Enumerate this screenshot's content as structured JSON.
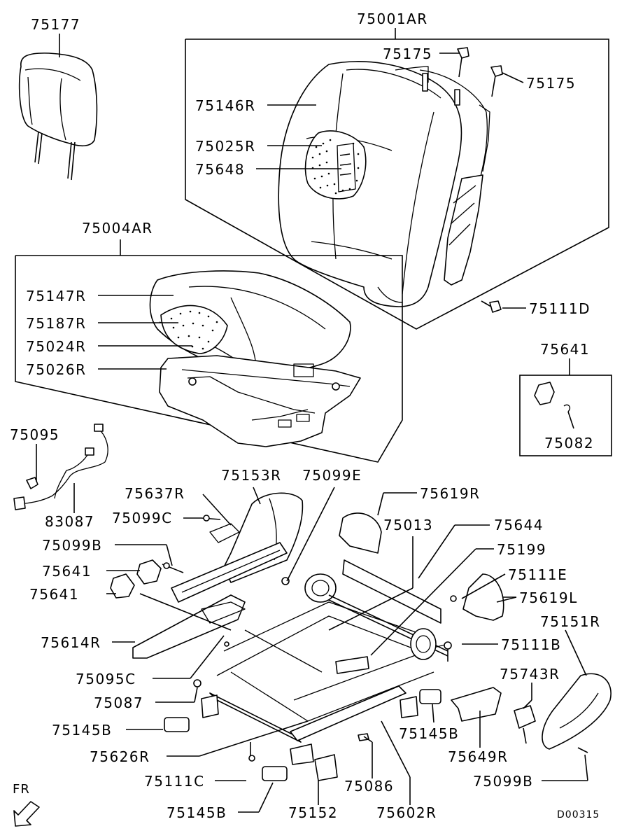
{
  "callouts": {
    "c75177": "75177",
    "c75001AR": "75001AR",
    "c75175a": "75175",
    "c75175b": "75175",
    "c75146R": "75146R",
    "c75025R": "75025R",
    "c75648": "75648",
    "c75004AR": "75004AR",
    "c75147R": "75147R",
    "c75187R": "75187R",
    "c75024R": "75024R",
    "c75026R": "75026R",
    "c75111D": "75111D",
    "c75641a": "75641",
    "c75082": "75082",
    "c75095": "75095",
    "c83087": "83087",
    "c75153R": "75153R",
    "c75099E": "75099E",
    "c75637R": "75637R",
    "c75099C": "75099C",
    "c75619R": "75619R",
    "c75013": "75013",
    "c75644": "75644",
    "c75099Ba": "75099B",
    "c75641b": "75641",
    "c75641c": "75641",
    "c75199": "75199",
    "c75111E": "75111E",
    "c75619L": "75619L",
    "c75151R": "75151R",
    "c75614R": "75614R",
    "c75111B": "75111B",
    "c75095C": "75095C",
    "c75743R": "75743R",
    "c75087": "75087",
    "c75145Ba": "75145B",
    "c75145Bb": "75145B",
    "c75649R": "75649R",
    "c75626R": "75626R",
    "c75099Bb": "75099B",
    "c75111C": "75111C",
    "c75086": "75086",
    "c75145Bc": "75145B",
    "c75152": "75152",
    "c75602R": "75602R"
  },
  "fr_label": "FR",
  "diagram_code": "D00315"
}
